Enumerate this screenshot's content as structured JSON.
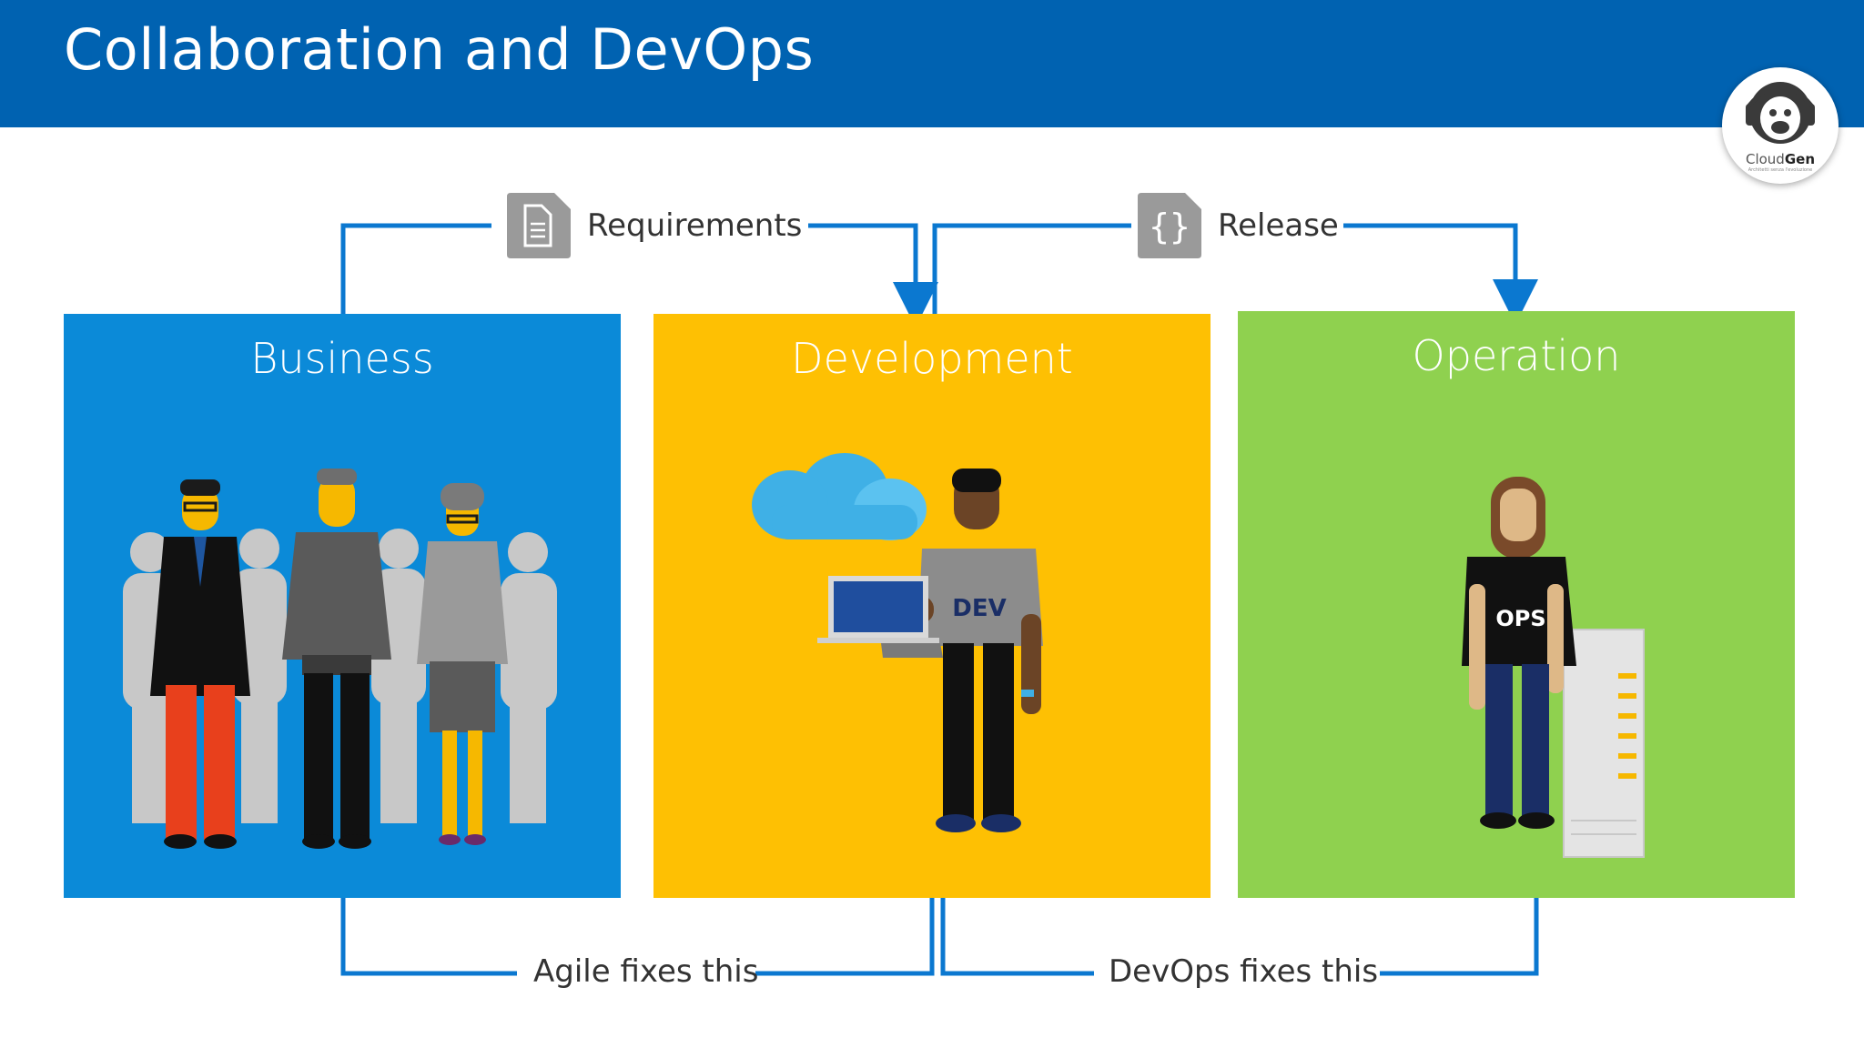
{
  "slide": {
    "title": "Collaboration and DevOps"
  },
  "logo": {
    "name_prefix": "Cloud",
    "name_bold": "Gen",
    "tagline": "Architetti senza l'evoluzione",
    "icon": "monkey-headphones-logo"
  },
  "boxes": [
    {
      "title": "Business",
      "color": "#0b8ad8"
    },
    {
      "title": "Development",
      "color": "#fec003"
    },
    {
      "title": "Operation",
      "color": "#8fd14f"
    }
  ],
  "flows": {
    "requirements": {
      "label": "Requirements",
      "icon": "document-icon"
    },
    "release": {
      "label": "Release",
      "icon": "code-braces-icon"
    },
    "agile": {
      "label": "Agile fixes this"
    },
    "devops": {
      "label": "DevOps fixes this"
    }
  },
  "shirts": {
    "dev": "DEV",
    "ops": "OPS"
  },
  "colors": {
    "header": "#0062b1",
    "connector": "#0b78d0",
    "icon_gray": "#9a9a9a"
  }
}
